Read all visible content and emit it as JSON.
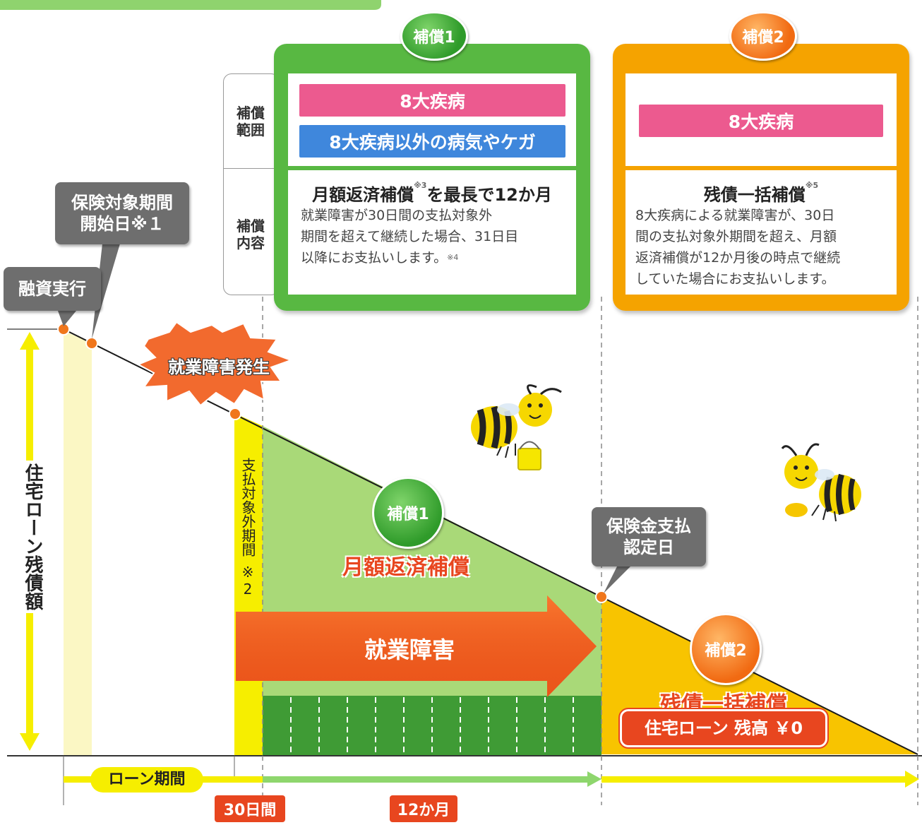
{
  "callouts": {
    "loan_start": "融資実行",
    "insurance_start_1": "保険対象期間",
    "insurance_start_2": "開始日※１",
    "disability": "就業障害発生",
    "payment_1": "保険金支払",
    "payment_2": "認定日"
  },
  "panel1": {
    "badge": "補償1",
    "row1_label_1": "補償",
    "row1_label_2": "範囲",
    "row2_label_1": "補償",
    "row2_label_2": "内容",
    "bar_pink": "8大疾病",
    "bar_blue": "8大疾病以外の病気やケガ",
    "title_main": "月額返済補償",
    "title_note": "※3",
    "title_rest": "を最長で12か月",
    "desc_1": "就業障害が30日間の支払対象外",
    "desc_2": "期間を超えて継続した場合、31日目",
    "desc_3": "以降にお支払いします。",
    "desc_note": "※4"
  },
  "panel2": {
    "badge": "補償2",
    "bar_pink": "8大疾病",
    "title_main": "残債一括補償",
    "title_note": "※5",
    "desc_1": "8大疾病による就業障害が、30日",
    "desc_2": "間の支払対象外期間を超え、月額",
    "desc_3": "返済補償が12か月後の時点で継続",
    "desc_4": "していた場合にお支払いします。"
  },
  "diagram": {
    "y_axis_label": "住宅ローン残債額",
    "waiting_period": "支払対象外期間",
    "waiting_note": "※2",
    "badge1": "補償1",
    "monthly_label": "月額返済補償",
    "arrow_label": "就業障害",
    "badge2": "補償2",
    "lump_label": "残債一括補償",
    "balance_label": "住宅ローン 残高 ￥0",
    "loan_period": "ローン期間",
    "tag_30": "30日間",
    "tag_12": "12か月"
  },
  "colors": {
    "green": "#4caf3a",
    "orange": "#f5a300",
    "pink": "#ec5a8f",
    "blue": "#3f87dc",
    "callout_gray": "#6e6e6e",
    "red_orange": "#e8461f",
    "yellow": "#f6ee00"
  }
}
